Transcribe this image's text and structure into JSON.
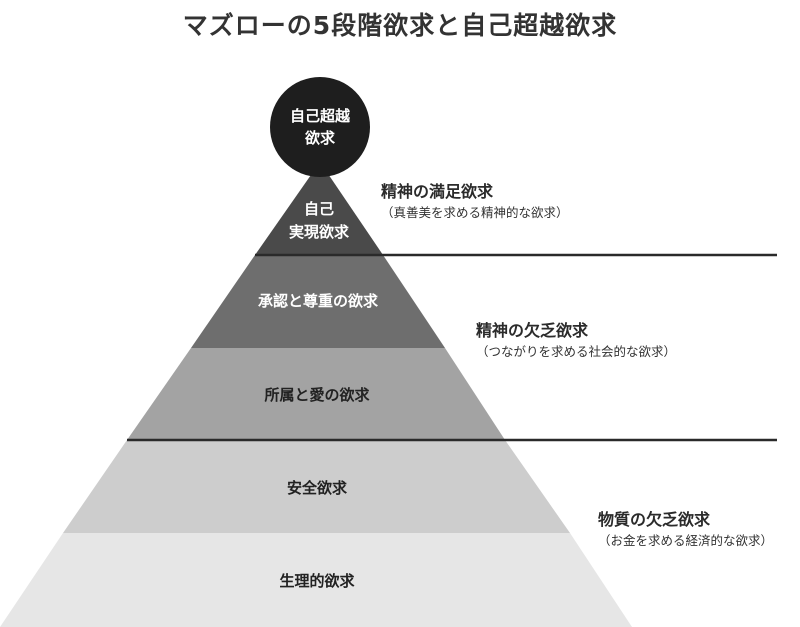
{
  "title": "マズローの5段階欲求と自己超越欲求",
  "colors": {
    "apex": "#1e1e1e",
    "level1": "#4a4a4a",
    "level2": "#6e6e6e",
    "level3": "#a3a3a3",
    "level4": "#cdcdcd",
    "level5": "#e6e6e6",
    "divider": "#2a2a2a"
  },
  "apex": {
    "line1": "自己超越",
    "line2": "欲求"
  },
  "levels": [
    {
      "line1": "自己",
      "line2": "実現欲求"
    },
    {
      "label": "承認と尊重の欲求"
    },
    {
      "label": "所属と愛の欲求"
    },
    {
      "label": "安全欲求"
    },
    {
      "label": "生理的欲求"
    }
  ],
  "groups": [
    {
      "title": "精神の満足欲求",
      "subtitle": "（真善美を求める精神的な欲求）"
    },
    {
      "title": "精神の欠乏欲求",
      "subtitle": "（つながりを求める社会的な欲求）"
    },
    {
      "title": "物質の欠乏欲求",
      "subtitle": "（お金を求める経済的な欲求）"
    }
  ]
}
